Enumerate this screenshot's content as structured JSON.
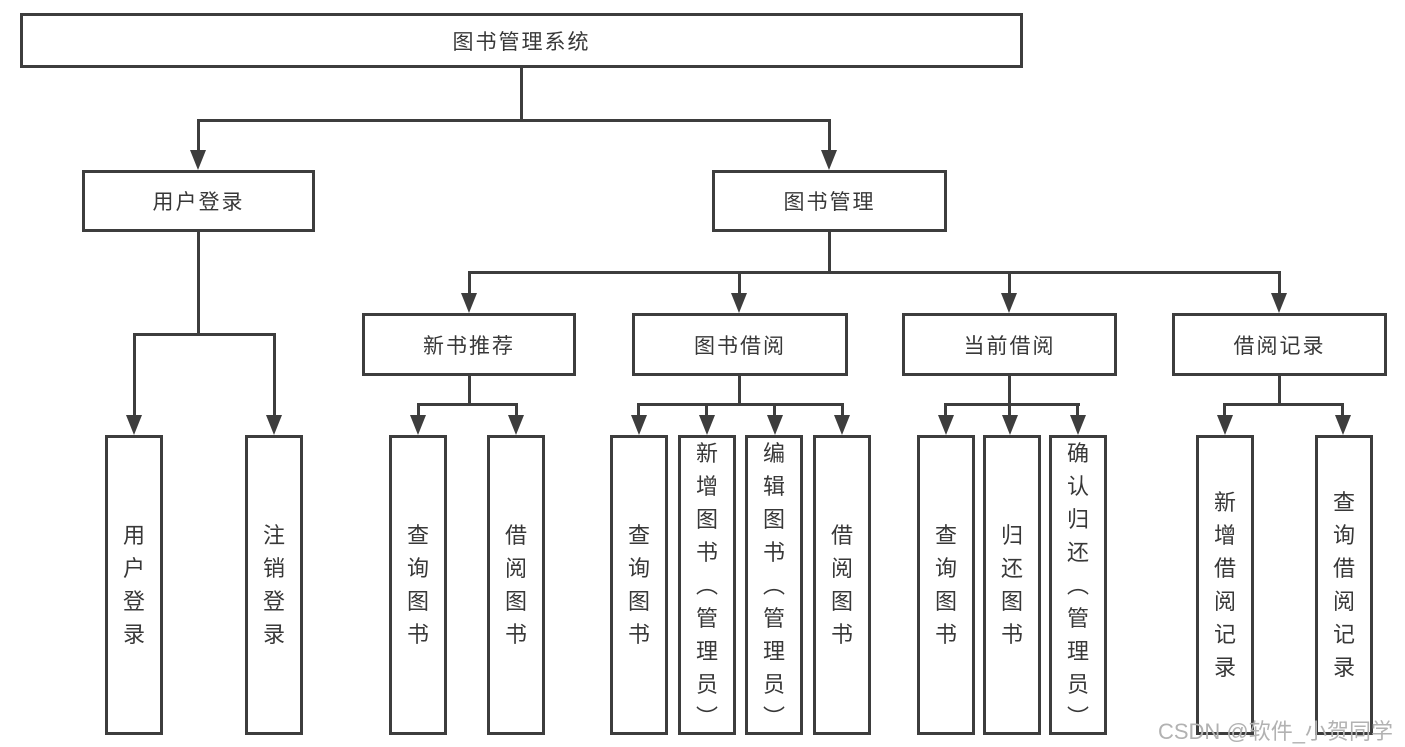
{
  "diagram": {
    "root": {
      "label": "图书管理系统"
    },
    "level2": [
      {
        "label": "用户登录"
      },
      {
        "label": "图书管理"
      }
    ],
    "level3": [
      {
        "label": "新书推荐"
      },
      {
        "label": "图书借阅"
      },
      {
        "label": "当前借阅"
      },
      {
        "label": "借阅记录"
      }
    ],
    "leaves": [
      {
        "label": "用户登录"
      },
      {
        "label": "注销登录"
      },
      {
        "label": "查询图书"
      },
      {
        "label": "借阅图书"
      },
      {
        "label": "查询图书"
      },
      {
        "label": "新增图书（管理员）"
      },
      {
        "label": "编辑图书（管理员）"
      },
      {
        "label": "借阅图书"
      },
      {
        "label": "查询图书"
      },
      {
        "label": "归还图书"
      },
      {
        "label": "确认归还（管理员）"
      },
      {
        "label": "新增借阅记录"
      },
      {
        "label": "查询借阅记录"
      }
    ],
    "watermark": "CSDN @软件_小贺同学",
    "colors": {
      "line": "#3d3d3d",
      "text": "#383838",
      "watermark": "#b2b2b2",
      "background": "#ffffff"
    }
  }
}
